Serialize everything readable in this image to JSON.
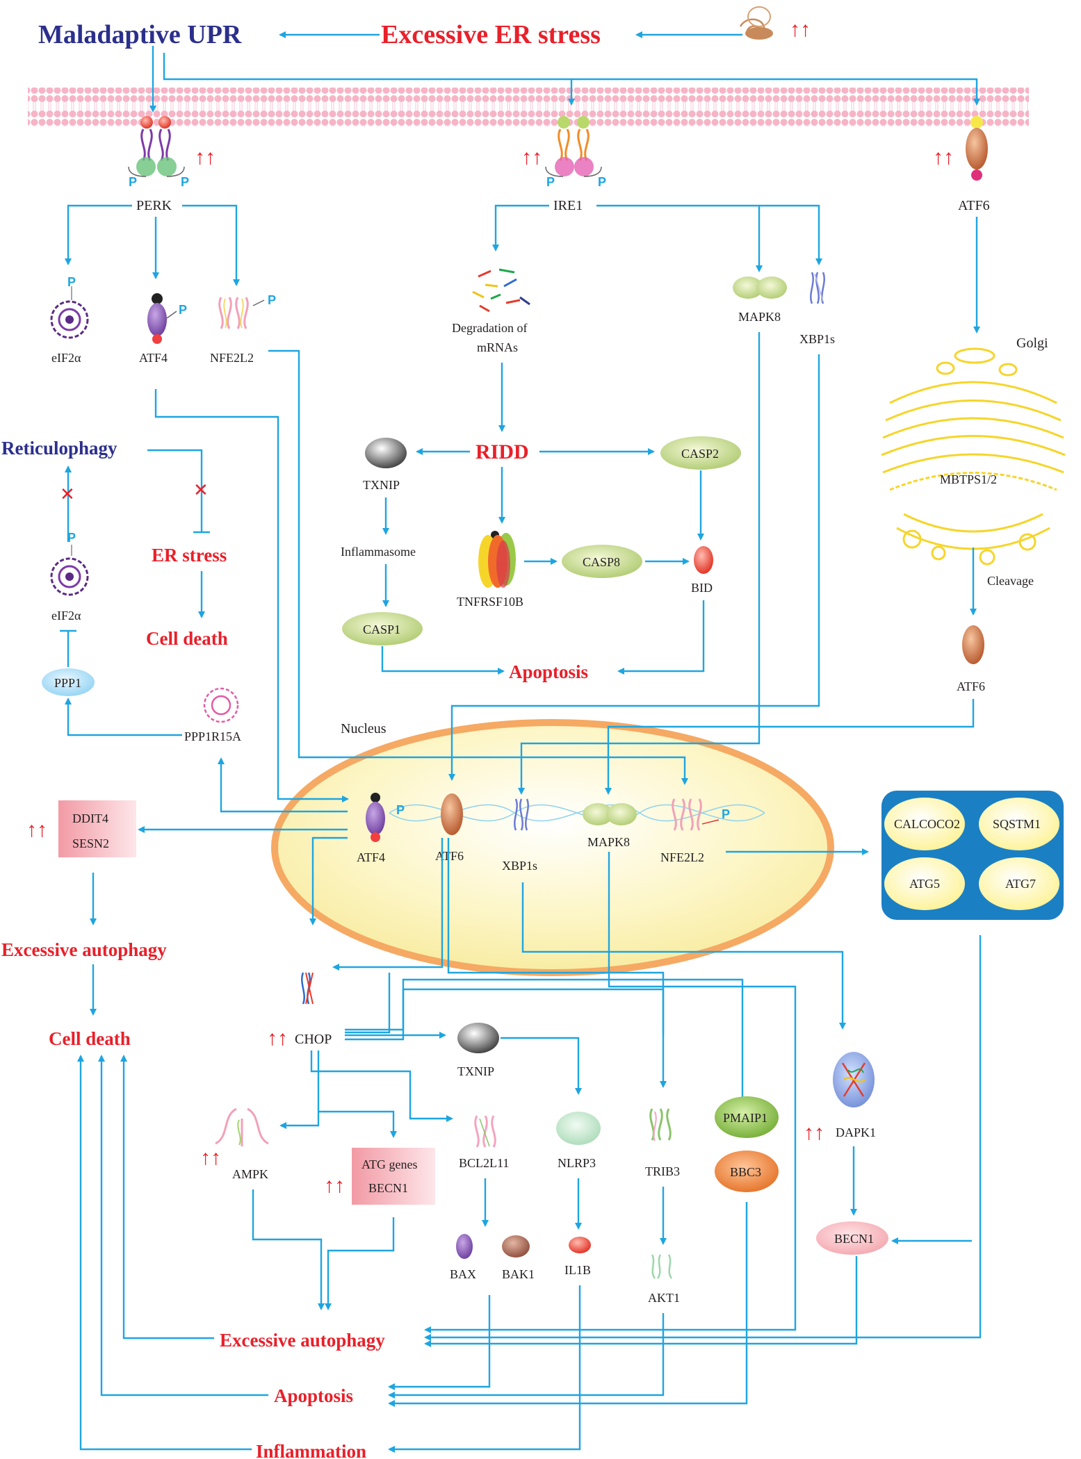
{
  "top": {
    "maladaptive_upr": "Maladaptive UPR",
    "excessive_er_stress": "Excessive ER stress"
  },
  "up_arrows": "↑↑",
  "phospho": "P",
  "sensors": {
    "perk": "PERK",
    "ire1": "IRE1",
    "atf6": "ATF6"
  },
  "perk_branch": {
    "eif2a": "eIF2α",
    "atf4": "ATF4",
    "nfe2l2": "NFE2L2",
    "reticulophagy": "Reticulophagy",
    "er_stress": "ER stress",
    "cell_death": "Cell death",
    "eif2a_2": "eIF2α",
    "ppp1": "PPP1",
    "ppp1r15a": "PPP1R15A"
  },
  "ire1_branch": {
    "degradation_line1": "Degradation of",
    "degradation_line2": "mRNAs",
    "ridd": "RIDD",
    "txnip": "TXNIP",
    "casp2": "CASP2",
    "inflammasome": "Inflammasome",
    "tnfrsf10b": "TNFRSF10B",
    "casp8": "CASP8",
    "bid": "BID",
    "casp1": "CASP1",
    "apoptosis": "Apoptosis",
    "mapk8": "MAPK8",
    "xbp1s": "XBP1s"
  },
  "atf6_branch": {
    "golgi": "Golgi",
    "mbtps": "MBTPS1/2",
    "cleavage": "Cleavage",
    "atf6_cleaved": "ATF6"
  },
  "nucleus": {
    "title": "Nucleus",
    "atf4": "ATF4",
    "atf6": "ATF6",
    "xbp1s": "XBP1s",
    "mapk8": "MAPK8",
    "nfe2l2": "NFE2L2"
  },
  "left_box": {
    "ddit4": "DDIT4",
    "sesn2": "SESN2"
  },
  "left_outcomes": {
    "excessive_autophagy": "Excessive autophagy",
    "cell_death": "Cell death"
  },
  "autophagy_box": {
    "calcoco2": "CALCOCO2",
    "sqstm1": "SQSTM1",
    "atg5": "ATG5",
    "atg7": "ATG7"
  },
  "downstream": {
    "chop": "CHOP",
    "txnip": "TXNIP",
    "ampk": "AMPK",
    "atg_genes": "ATG genes",
    "becn1_box": "BECN1",
    "bcl2l11": "BCL2L11",
    "nlrp3": "NLRP3",
    "trib3": "TRIB3",
    "pmaip1": "PMAIP1",
    "bbc3": "BBC3",
    "dapk1": "DAPK1",
    "becn1": "BECN1",
    "bax": "BAX",
    "bak1": "BAK1",
    "il1b": "IL1B",
    "akt1": "AKT1"
  },
  "outcomes": {
    "excessive_autophagy": "Excessive autophagy",
    "apoptosis": "Apoptosis",
    "inflammation": "Inflammation"
  },
  "colors": {
    "arrow": "#1ea5e0",
    "red_text": "#e8202a",
    "blue_text": "#2b2f8c",
    "membrane": "#f5b3c3",
    "nucleus_border": "#f5a55b",
    "autophagy_box": "#1b7fc4"
  }
}
